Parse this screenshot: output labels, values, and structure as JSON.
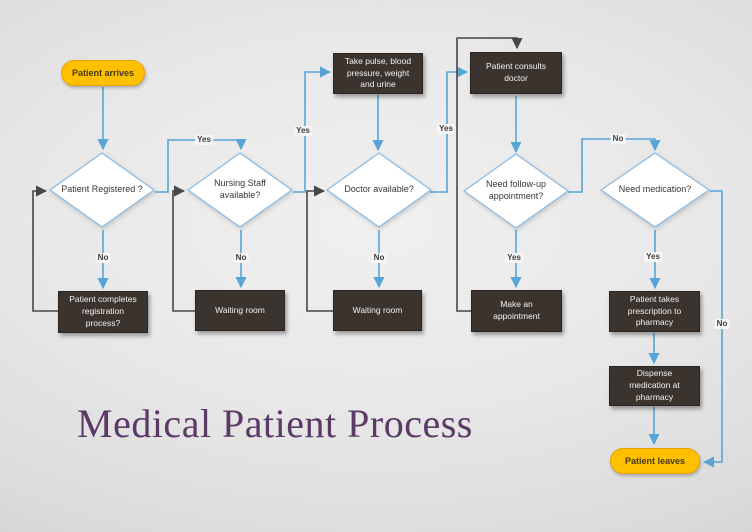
{
  "title": "Medical Patient Process",
  "colors": {
    "accent_yellow": "#FFC000",
    "process_fill": "#3B332E",
    "line_blue": "#57A5D7",
    "line_dark": "#474747",
    "diamond_stroke": "#8ABAE2",
    "title_purple": "#5C3A66"
  },
  "nodes": {
    "start": {
      "label": "Patient arrives"
    },
    "end": {
      "label": "Patient leaves"
    },
    "decisions": [
      {
        "label": "Patient Registered ?"
      },
      {
        "label": "Nursing Staff available?"
      },
      {
        "label": "Doctor available?"
      },
      {
        "label": "Need follow-up appointment?"
      },
      {
        "label": "Need medication?"
      }
    ],
    "processes": [
      {
        "label": "Patient completes registration process?"
      },
      {
        "label": "Waiting room"
      },
      {
        "label": "Take pulse, blood pressure, weight and urine"
      },
      {
        "label": "Waiting room"
      },
      {
        "label": "Patient consults doctor"
      },
      {
        "label": "Make an appointment"
      },
      {
        "label": "Patient takes prescription to pharmacy"
      },
      {
        "label": "Dispense medication at pharmacy"
      }
    ]
  },
  "edges": [
    {
      "text": "Yes"
    },
    {
      "text": "No"
    },
    {
      "text": "Yes"
    },
    {
      "text": "No"
    },
    {
      "text": "Yes"
    },
    {
      "text": "No"
    },
    {
      "text": "Yes"
    },
    {
      "text": "No"
    },
    {
      "text": "Yes"
    },
    {
      "text": "No"
    }
  ]
}
